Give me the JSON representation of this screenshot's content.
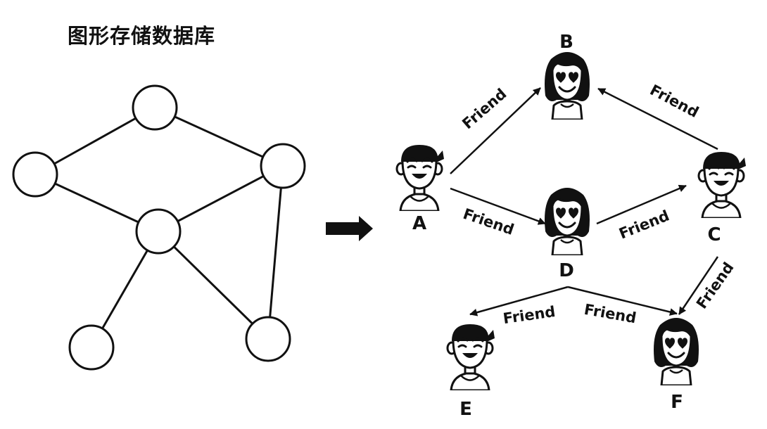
{
  "title": "图形存储数据库",
  "colors": {
    "ink": "#111111",
    "skin": "#ffffff",
    "hair": "#0d0d0d",
    "background": "#ffffff"
  },
  "abstract_graph": {
    "nodes": [
      "n1",
      "n2",
      "n3",
      "n4",
      "n5",
      "n6"
    ],
    "edges": [
      [
        "n1",
        "n2"
      ],
      [
        "n1",
        "n3"
      ],
      [
        "n2",
        "n4"
      ],
      [
        "n3",
        "n4"
      ],
      [
        "n3",
        "n6"
      ],
      [
        "n4",
        "n5"
      ],
      [
        "n4",
        "n6"
      ]
    ]
  },
  "transform_arrow_icon": "right-arrow-icon",
  "people": [
    {
      "id": "A",
      "label": "A",
      "avatar": "boy-cap-icon"
    },
    {
      "id": "B",
      "label": "B",
      "avatar": "girl-hearts-icon"
    },
    {
      "id": "C",
      "label": "C",
      "avatar": "boy-cap-icon"
    },
    {
      "id": "D",
      "label": "D",
      "avatar": "girl-hearts-icon"
    },
    {
      "id": "E",
      "label": "E",
      "avatar": "boy-cap-icon"
    },
    {
      "id": "F",
      "label": "F",
      "avatar": "girl-hearts-icon"
    }
  ],
  "relations": [
    {
      "from": "A",
      "to": "B",
      "label": "Friend"
    },
    {
      "from": "A",
      "to": "D",
      "label": "Friend"
    },
    {
      "from": "C",
      "to": "B",
      "label": "Friend"
    },
    {
      "from": "D",
      "to": "C",
      "label": "Friend"
    },
    {
      "from": "D",
      "to": "E",
      "label": "Friend"
    },
    {
      "from": "D",
      "to": "F",
      "label": "Friend"
    },
    {
      "from": "C",
      "to": "F",
      "label": "Friend"
    }
  ]
}
